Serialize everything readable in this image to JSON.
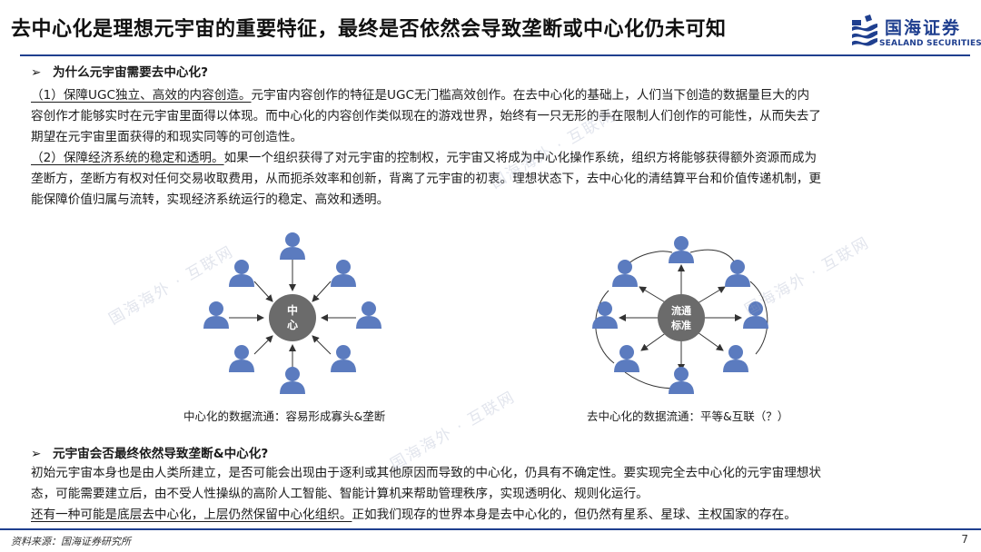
{
  "title": "去中心化是理想元宇宙的重要特征，最终是否依然会导致垄断或中心化仍未可知",
  "logo": {
    "cn": "国海证券",
    "en": "SEALAND SECURITIES"
  },
  "section1": {
    "heading": "为什么元宇宙需要去中心化?",
    "p1_underlined": "（1）保障UGC独立、高效的内容创造。",
    "p1_rest_line1": "元宇宙内容创作的特征是UGC无门槛高效创作。在去中心化的基础上，人们当下创造的数据量巨大的内",
    "p1_line2": "容创作才能够实时在元宇宙里面得以体现。而中心化的内容创作类似现在的游戏世界，始终有一只无形的手在限制人们创作的可能性，从而失去了",
    "p1_line3": "期望在元宇宙里面获得的和现实同等的可创造性。",
    "p2_underlined": "（2）保障经济系统的稳定和透明。",
    "p2_rest_line1": "如果一个组织获得了对元宇宙的控制权，元宇宙又将成为中心化操作系统，组织方将能够获得额外资源而成为",
    "p2_line2": "垄断方，垄断方有权对任何交易收取费用，从而扼杀效率和创新，背离了元宇宙的初衷。理想状态下，去中心化的清结算平台和价值传递机制，更",
    "p2_line3": "能保障价值归属与流转，实现经济系统运行的稳定、高效和透明。"
  },
  "diagram_left": {
    "center_label_1": "中",
    "center_label_2": "心",
    "caption": "中心化的数据流通：容易形成寡头&垄断"
  },
  "diagram_right": {
    "center_label_1": "流通",
    "center_label_2": "标准",
    "caption": "去中心化的数据流通：平等&互联（？）"
  },
  "section2": {
    "heading": "元宇宙会否最终依然导致垄断&中心化?",
    "line1": "初始元宇宙本身也是由人类所建立，是否可能会出现由于逐利或其他原因而导致的中心化，仍具有不确定性。要实现完全去中心化的元宇宙理想状",
    "line2": "态，可能需要建立后，由不受人性操纵的高阶人工智能、智能计算机来帮助管理秩序，实现透明化、规则化运行。",
    "line3_underlined": "还有一种可能是底层去中心化，上层仍然保留中心化组织。",
    "line3_rest": "正如我们现存的世界本身是去中心化的，但仍然有星系、星球、主权国家的存在。"
  },
  "watermark": "国海海外 · 互联网",
  "footer": {
    "source": "资料来源：国海证券研究所",
    "page": "7"
  },
  "colors": {
    "brand": "#1f3f8f",
    "person": "#5b7bbf",
    "center": "#6b6b6b"
  }
}
